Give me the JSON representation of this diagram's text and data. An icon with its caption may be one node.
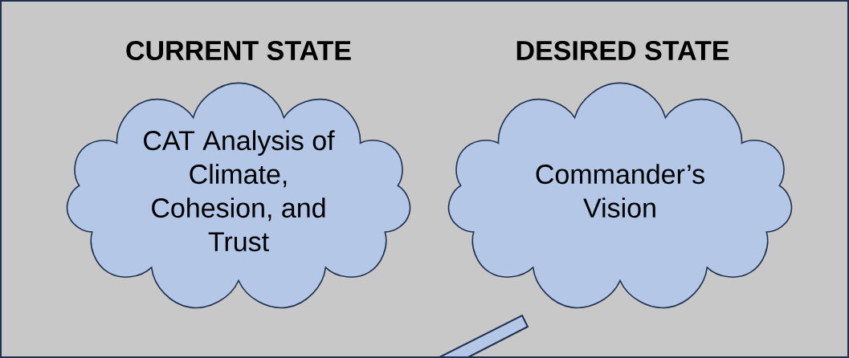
{
  "diagram": {
    "nodes": [
      {
        "text": [
          "CAT Analysis of Climate, Cohesion, and Trust"
        ]
      },
      {
        "text": [
          "Commander’s Vision"
        ]
      }
    ],
    "labels": [
      "CURRENT STATE",
      "DESIRED STATE"
    ]
  }
}
